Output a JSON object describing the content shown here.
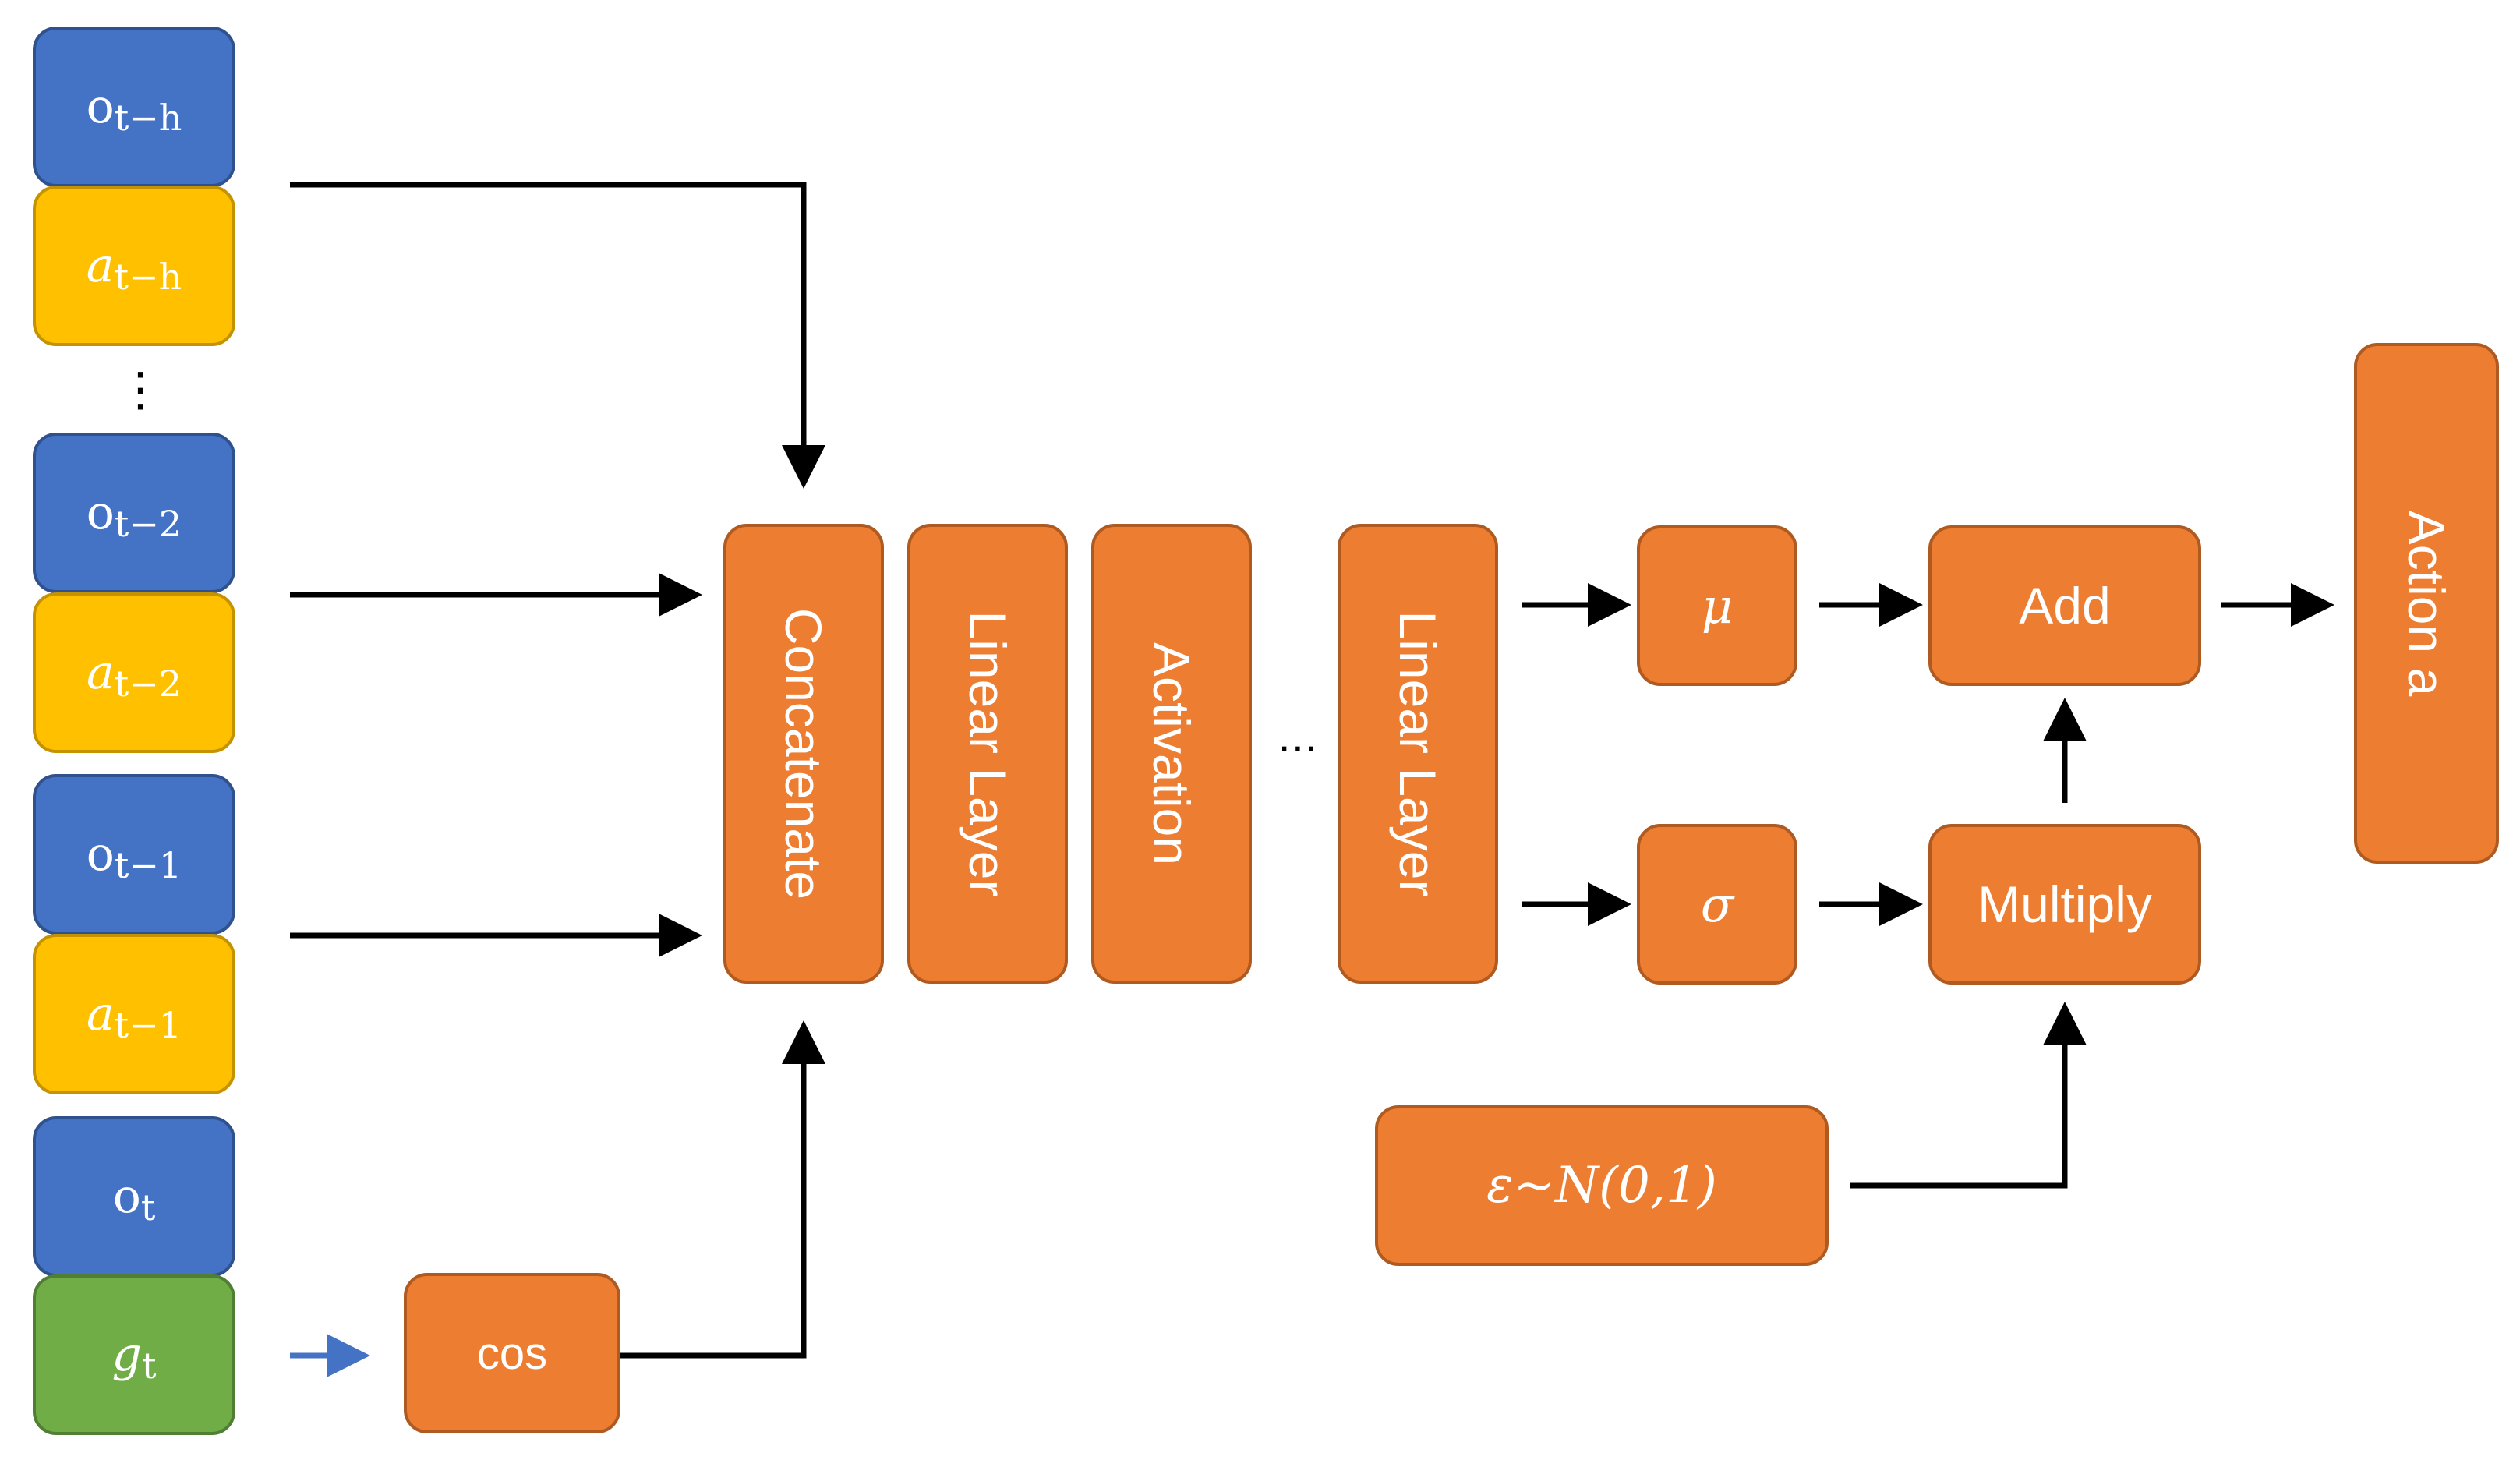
{
  "inputs": {
    "o_t_h": {
      "base": "o",
      "sub": "t−h"
    },
    "a_t_h": {
      "base": "a",
      "sub": "t−h"
    },
    "o_t_2": {
      "base": "o",
      "sub": "t−2"
    },
    "a_t_2": {
      "base": "a",
      "sub": "t−2"
    },
    "o_t_1": {
      "base": "o",
      "sub": "t−1"
    },
    "a_t_1": {
      "base": "a",
      "sub": "t−1"
    },
    "o_t": {
      "base": "o",
      "sub": "t"
    },
    "g_t": {
      "base": "g",
      "sub": "t"
    }
  },
  "vertical_ellipsis": "⋮",
  "horizontal_ellipsis": "⋯",
  "cos_label": "cos",
  "network": {
    "concatenate": "Concatenate",
    "linear_layer_1": "Linear Layer",
    "activation": "Activation",
    "linear_layer_2": "Linear Layer"
  },
  "mu": "μ",
  "sigma": "σ",
  "add": "Add",
  "multiply": "Multiply",
  "noise": "ε~N(0,1)",
  "output": "Action a",
  "colors": {
    "observation": "#4472c4",
    "action_input": "#ffc000",
    "goal": "#70ad47",
    "block": "#ed7d31",
    "arrow": "#000000",
    "goal_arrow": "#4472c4"
  }
}
